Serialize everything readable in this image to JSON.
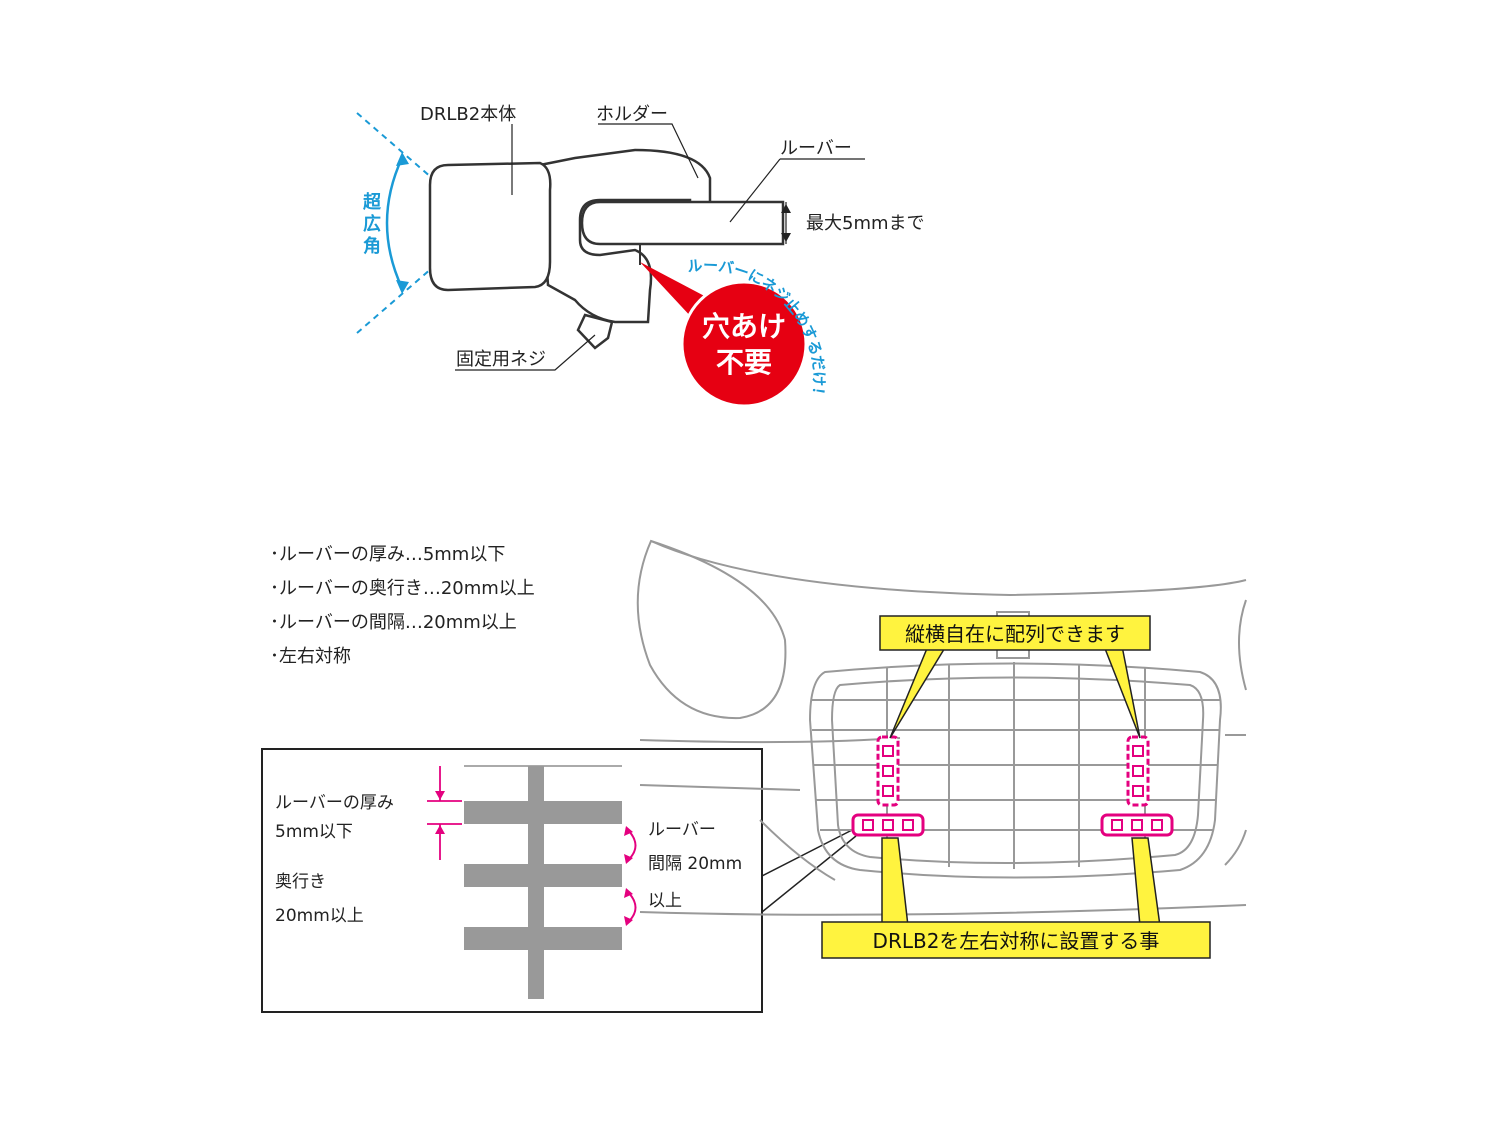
{
  "top_diagram": {
    "label_body": "DRLB2本体",
    "label_holder": "ホルダー",
    "label_louver": "ルーバー",
    "label_max": "最大5mmまで",
    "label_screw": "固定用ネジ",
    "label_wide_angle_1": "超",
    "label_wide_angle_2": "広",
    "label_wide_angle_3": "角",
    "badge_line1": "穴あけ",
    "badge_line2": "不要",
    "arc_text": "ルーバーにネジ止めするだけ！"
  },
  "requirements": [
    "･ルーバーの厚み…5mm以下",
    "･ルーバーの奥行き…20mm以上",
    "･ルーバーの間隔…20mm以上",
    "･左右対称"
  ],
  "detail_box": {
    "thickness_1": "ルーバーの厚み",
    "thickness_2": "5mm以下",
    "depth_1": "奥行き",
    "depth_2": "20mm以上",
    "gap_1": "ルーバー",
    "gap_2": "間隔 20mm",
    "gap_3": "以上"
  },
  "car_diagram": {
    "callout_top": "縦横自在に配列できます",
    "callout_bottom": "DRLB2を左右対称に設置する事"
  },
  "colors": {
    "blue": "#1a9ad6",
    "red": "#e60012",
    "magenta": "#e4007f",
    "yellow": "#fff33f",
    "gray": "#999999"
  }
}
